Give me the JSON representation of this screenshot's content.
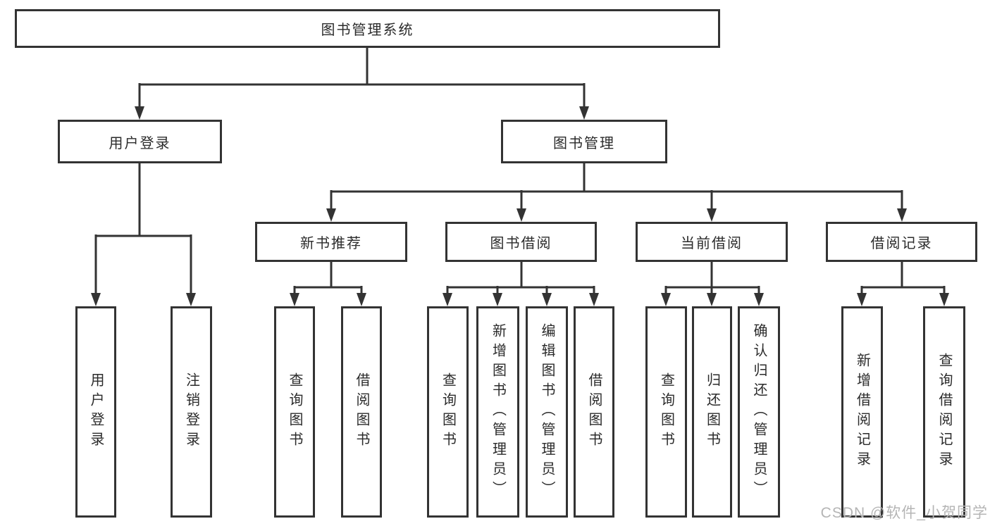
{
  "tree": {
    "label": "图书管理系统",
    "children": [
      {
        "label": "用户登录",
        "children": [
          {
            "label": "用户登录"
          },
          {
            "label": "注销登录"
          }
        ]
      },
      {
        "label": "图书管理",
        "children": [
          {
            "label": "新书推荐",
            "children": [
              {
                "label": "查询图书"
              },
              {
                "label": "借阅图书"
              }
            ]
          },
          {
            "label": "图书借阅",
            "children": [
              {
                "label": "查询图书"
              },
              {
                "label": "新增图书（管理员）"
              },
              {
                "label": "编辑图书（管理员）"
              },
              {
                "label": "借阅图书"
              }
            ]
          },
          {
            "label": "当前借阅",
            "children": [
              {
                "label": "查询图书"
              },
              {
                "label": "归还图书"
              },
              {
                "label": "确认归还（管理员）"
              }
            ]
          },
          {
            "label": "借阅记录",
            "children": [
              {
                "label": "新增借阅记录"
              },
              {
                "label": "查询借阅记录"
              }
            ]
          }
        ]
      }
    ]
  },
  "watermark": "CSDN @软件_小贺同学",
  "colors": {
    "line": "#333333",
    "border": "#333333",
    "text": "#2b2b2b",
    "watermark": "#b5b5b5",
    "background": "#ffffff"
  }
}
